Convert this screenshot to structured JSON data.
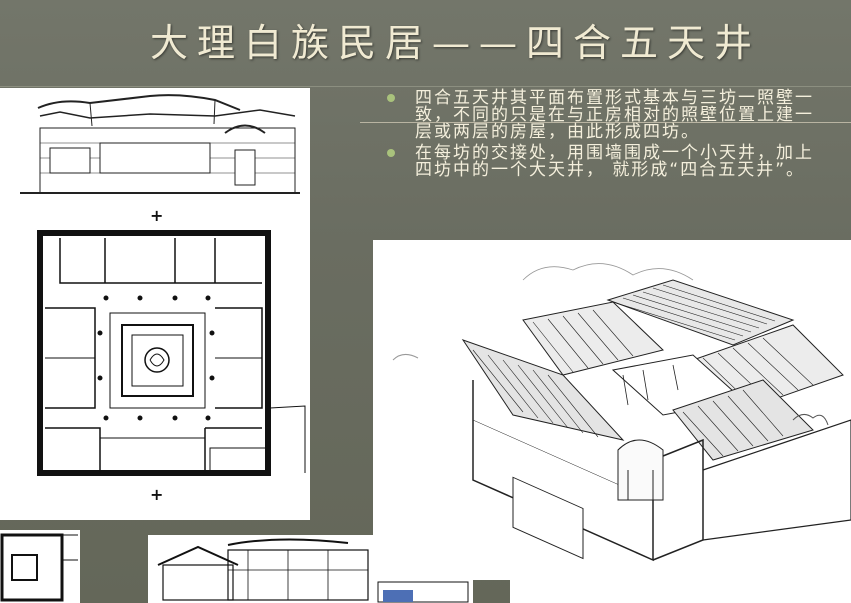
{
  "slide": {
    "title": "大理白族民居——四合五天井",
    "bullets": [
      {
        "text": "四合五天井其平面布置形式基本与三坊一照壁一致，不同的只是在与正房相对的照壁位置上建一层或两层的房屋，由此形成四坊。"
      },
      {
        "text": "在每坊的交接处，用围墙围成一个小天井，加上四坊中的一个大天井，  就形成“四合五天井”。"
      }
    ]
  },
  "colors": {
    "background": "#6b6e62",
    "title_text": "#f0ead2",
    "bullet_text": "#f4efdc",
    "bullet_dot": "#a9c27c"
  },
  "figures": {
    "elevation": {
      "icon": "building-elevation-drawing"
    },
    "floor_plan": {
      "icon": "courtyard-floor-plan-drawing",
      "marker_top": "+",
      "marker_bottom": "+"
    },
    "perspective": {
      "icon": "courtyard-house-perspective-drawing"
    },
    "sections": {
      "icon": "building-section-drawing"
    }
  }
}
